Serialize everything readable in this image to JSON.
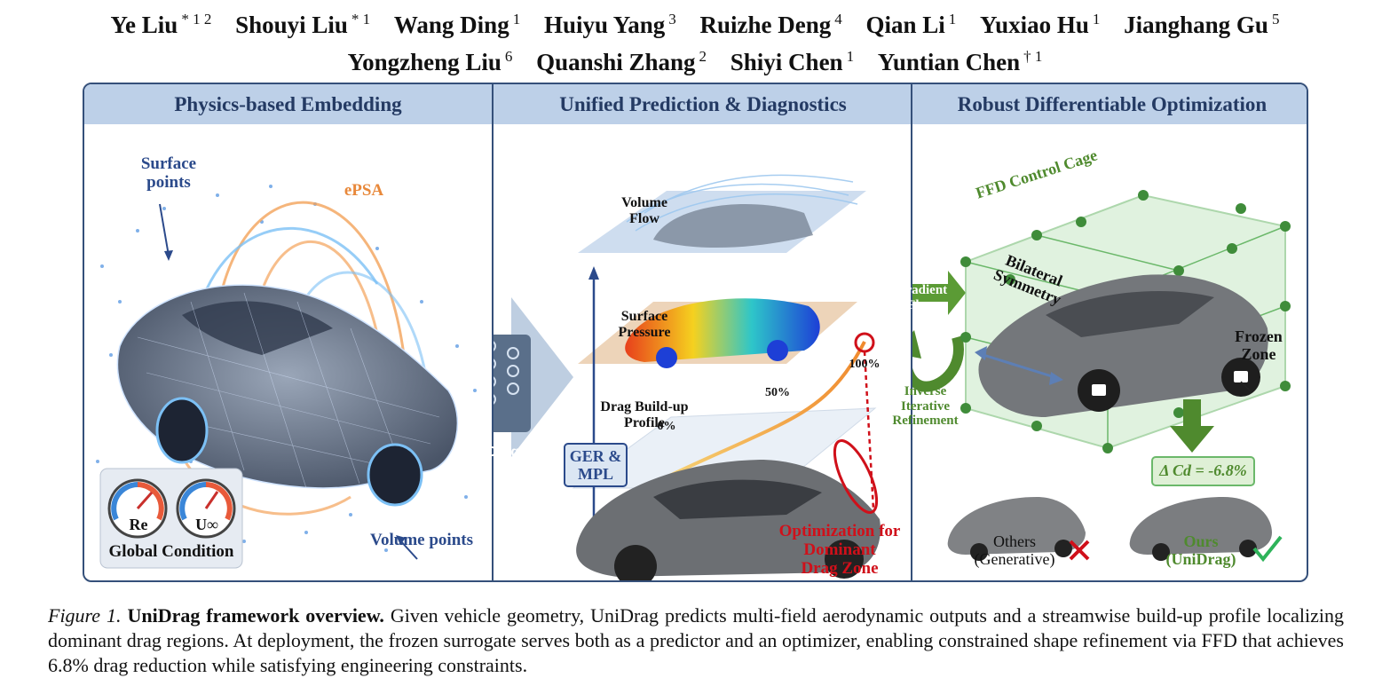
{
  "authors_line1": [
    {
      "name": "Ye Liu",
      "sup": "* 1 2"
    },
    {
      "name": "Shouyi Liu",
      "sup": "* 1"
    },
    {
      "name": "Wang Ding",
      "sup": "1"
    },
    {
      "name": "Huiyu Yang",
      "sup": "3"
    },
    {
      "name": "Ruizhe Deng",
      "sup": "4"
    },
    {
      "name": "Qian Li",
      "sup": "1"
    },
    {
      "name": "Yuxiao Hu",
      "sup": "1"
    },
    {
      "name": "Jianghang Gu",
      "sup": "5"
    }
  ],
  "authors_line2": [
    {
      "name": "Yongzheng Liu",
      "sup": "6"
    },
    {
      "name": "Quanshi Zhang",
      "sup": "2"
    },
    {
      "name": "Shiyi Chen",
      "sup": "1"
    },
    {
      "name": "Yuntian Chen",
      "sup": "† 1"
    }
  ],
  "figure": {
    "panel1": {
      "title": "Physics-based Embedding",
      "surface_points": "Surface\npoints",
      "epsa": "ePSA",
      "volume_points": "Volume points",
      "gauge_re": "Re",
      "gauge_u": "U∞",
      "global_condition": "Global Condition"
    },
    "panel2": {
      "title": "Unified Prediction & Diagnostics",
      "model_name": "UniDrag",
      "volume_flow": "Volume\nFlow",
      "surface_pressure": "Surface\nPressure",
      "drag_profile": "Drag Build-up\nProfile",
      "p100": "100%",
      "p50": "50%",
      "p0": "0%",
      "ger_mpl": "GER &\nMPL",
      "optimization": "Optimization for\nDominant\nDrag Zone"
    },
    "panel3": {
      "title": "Robust Differentiable Optimization",
      "gradient_flow": "Gradient\nFlow",
      "inverse": "Inverse\nIterative\nRefinement",
      "ffd_cage": "FFD Control Cage",
      "bilateral": "Bilateral\nSymmetry",
      "frozen": "Frozen\nZone",
      "delta_cd": "Δ Cd = -6.8%",
      "others": "Others\n(Generative)",
      "ours": "Ours\n(UniDrag)"
    },
    "colors": {
      "border": "#35507a",
      "header_bg": "#bdd0e8",
      "header_text": "#243a63",
      "label_blue": "#2b4a8b",
      "orange": "#e8883a",
      "green": "#4f8a2e",
      "red": "#d0101a"
    }
  },
  "caption": {
    "label": "Figure 1.",
    "title": "UniDrag framework overview.",
    "text": "Given vehicle geometry, UniDrag predicts multi-field aerodynamic outputs and a streamwise build-up profile localizing dominant drag regions. At deployment, the frozen surrogate serves both as a predictor and an optimizer, enabling constrained shape refinement via FFD that achieves 6.8% drag reduction while satisfying engineering constraints."
  }
}
